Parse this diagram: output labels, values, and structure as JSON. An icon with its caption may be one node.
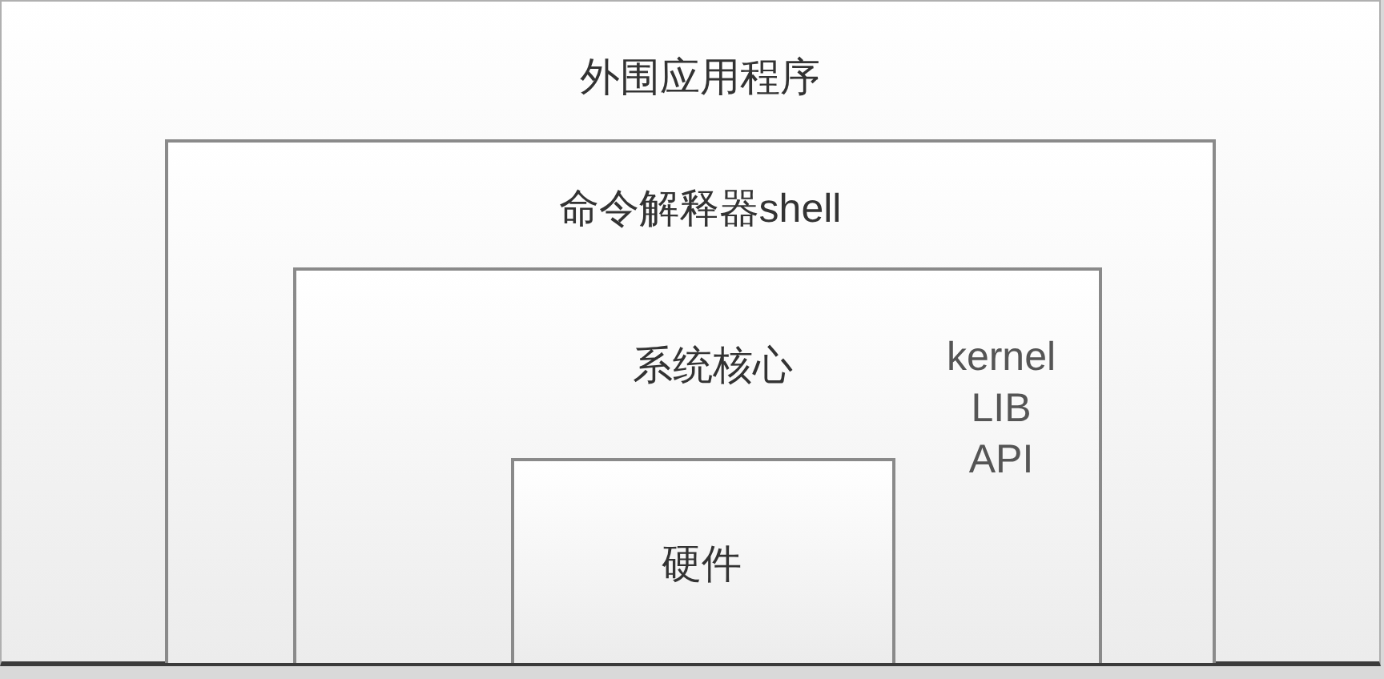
{
  "diagram": {
    "nodes": [
      {
        "text": [
          "外围应用程序"
        ]
      },
      {
        "text": [
          "命令解释器shell"
        ],
        "in": 0
      },
      {
        "text": [
          "系统核心",
          "kernel LIB API"
        ],
        "in": 1
      },
      {
        "text": [
          "硬件"
        ],
        "in": 2
      }
    ]
  }
}
